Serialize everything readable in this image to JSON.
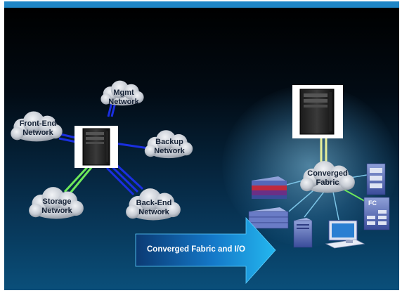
{
  "clouds_left": {
    "mgmt": "Mgmt\nNetwork",
    "front_end": "Front-End\nNetwork",
    "backup": "Backup\nNetwork",
    "storage": "Storage\nNetwork",
    "back_end": "Back-End\nNetwork"
  },
  "converged_cloud": "Converged\nFabric",
  "arrow_label": "Converged Fabric and I/O",
  "fc_badge": "FC",
  "colors": {
    "banner": "#1f86c6",
    "link_blue": "#1a2fe0",
    "link_green": "#6ee85a",
    "link_light": "#7cc4e6",
    "link_yellow": "#e7ef9a",
    "arrow": "#1aa6e0"
  }
}
